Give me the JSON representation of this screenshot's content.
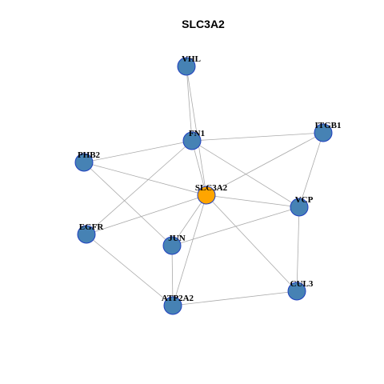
{
  "title": "SLC3A2",
  "colors": {
    "background": "#ffffff",
    "hub_node": "#FFA500",
    "node": "#4682B4",
    "node_border": "#1f3fbf",
    "edge": "#aaaaaa"
  },
  "nodes": [
    {
      "id": "VHL",
      "label": "VHL",
      "hub": false
    },
    {
      "id": "FN1",
      "label": "FN1",
      "hub": false
    },
    {
      "id": "ITGB1",
      "label": "ITGB1",
      "hub": false
    },
    {
      "id": "PHB2",
      "label": "PHB2",
      "hub": false
    },
    {
      "id": "SLC3A2",
      "label": "SLC3A2",
      "hub": true
    },
    {
      "id": "VCP",
      "label": "VCP",
      "hub": false
    },
    {
      "id": "EGFR",
      "label": "EGFR",
      "hub": false
    },
    {
      "id": "JUN",
      "label": "JUN",
      "hub": false
    },
    {
      "id": "CUL3",
      "label": "CUL3",
      "hub": false
    },
    {
      "id": "ATP2A2",
      "label": "ATP2A2",
      "hub": false
    }
  ],
  "edges": [
    [
      "VHL",
      "FN1"
    ],
    [
      "VHL",
      "SLC3A2"
    ],
    [
      "FN1",
      "ITGB1"
    ],
    [
      "FN1",
      "PHB2"
    ],
    [
      "FN1",
      "SLC3A2"
    ],
    [
      "FN1",
      "VCP"
    ],
    [
      "FN1",
      "EGFR"
    ],
    [
      "ITGB1",
      "SLC3A2"
    ],
    [
      "ITGB1",
      "VCP"
    ],
    [
      "PHB2",
      "SLC3A2"
    ],
    [
      "PHB2",
      "JUN"
    ],
    [
      "SLC3A2",
      "VCP"
    ],
    [
      "SLC3A2",
      "EGFR"
    ],
    [
      "SLC3A2",
      "JUN"
    ],
    [
      "SLC3A2",
      "ATP2A2"
    ],
    [
      "SLC3A2",
      "CUL3"
    ],
    [
      "VCP",
      "JUN"
    ],
    [
      "VCP",
      "CUL3"
    ],
    [
      "EGFR",
      "ATP2A2"
    ],
    [
      "JUN",
      "ATP2A2"
    ],
    [
      "ATP2A2",
      "CUL3"
    ]
  ]
}
